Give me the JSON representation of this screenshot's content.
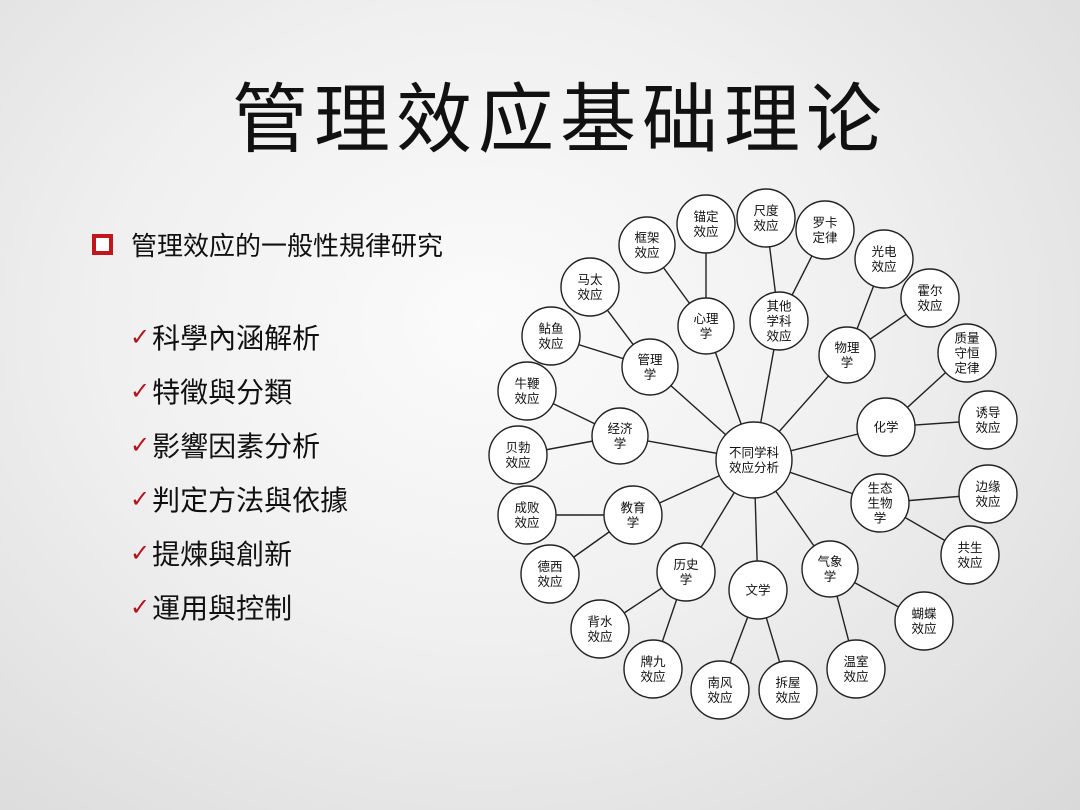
{
  "title": "管理效应基础理论",
  "section": {
    "text": "管理效应的一般性規律研究"
  },
  "items": [
    "科學內涵解析",
    "特徵與分類",
    "影響因素分析",
    "判定方法與依據",
    "提煉與創新",
    "運用與控制"
  ],
  "check_mark": "✓",
  "accent_color": "#c0161c",
  "diagram": {
    "nodes": [
      {
        "id": "center",
        "lines": [
          "不同学科",
          "效应分析"
        ]
      },
      {
        "id": "xinli",
        "lines": [
          "心理",
          "学"
        ]
      },
      {
        "id": "qita",
        "lines": [
          "其他",
          "学科",
          "效应"
        ]
      },
      {
        "id": "guanli",
        "lines": [
          "管理",
          "学"
        ]
      },
      {
        "id": "wuli",
        "lines": [
          "物理",
          "学"
        ]
      },
      {
        "id": "jingji",
        "lines": [
          "经济",
          "学"
        ]
      },
      {
        "id": "huaxue",
        "lines": [
          "化学"
        ]
      },
      {
        "id": "jiaoyu",
        "lines": [
          "教育",
          "学"
        ]
      },
      {
        "id": "shengtai",
        "lines": [
          "生态",
          "生物",
          "学"
        ]
      },
      {
        "id": "lishi",
        "lines": [
          "历史",
          "学"
        ]
      },
      {
        "id": "wenxue",
        "lines": [
          "文学"
        ]
      },
      {
        "id": "qixiang",
        "lines": [
          "气象",
          "学"
        ]
      },
      {
        "id": "maoding",
        "lines": [
          "锚定",
          "效应"
        ]
      },
      {
        "id": "chidu",
        "lines": [
          "尺度",
          "效应"
        ]
      },
      {
        "id": "luoka",
        "lines": [
          "罗卡",
          "定律"
        ]
      },
      {
        "id": "kuangjia",
        "lines": [
          "框架",
          "效应"
        ]
      },
      {
        "id": "guangdian",
        "lines": [
          "光电",
          "效应"
        ]
      },
      {
        "id": "mata",
        "lines": [
          "马太",
          "效应"
        ]
      },
      {
        "id": "huoer",
        "lines": [
          "霍尔",
          "效应"
        ]
      },
      {
        "id": "nianyu",
        "lines": [
          "鲇鱼",
          "效应"
        ]
      },
      {
        "id": "zhiliang",
        "lines": [
          "质量",
          "守恒",
          "定律"
        ]
      },
      {
        "id": "niubian",
        "lines": [
          "牛鞭",
          "效应"
        ]
      },
      {
        "id": "youdao",
        "lines": [
          "诱导",
          "效应"
        ]
      },
      {
        "id": "beibo",
        "lines": [
          "贝勃",
          "效应"
        ]
      },
      {
        "id": "bianyuan",
        "lines": [
          "边缘",
          "效应"
        ]
      },
      {
        "id": "chengbai",
        "lines": [
          "成败",
          "效应"
        ]
      },
      {
        "id": "gongsheng",
        "lines": [
          "共生",
          "效应"
        ]
      },
      {
        "id": "dexi",
        "lines": [
          "德西",
          "效应"
        ]
      },
      {
        "id": "hudie",
        "lines": [
          "蝴蝶",
          "效应"
        ]
      },
      {
        "id": "beishui",
        "lines": [
          "背水",
          "效应"
        ]
      },
      {
        "id": "wenshi",
        "lines": [
          "温室",
          "效应"
        ]
      },
      {
        "id": "paijiu",
        "lines": [
          "牌九",
          "效应"
        ]
      },
      {
        "id": "nanfeng",
        "lines": [
          "南风",
          "效应"
        ]
      },
      {
        "id": "chaiwu",
        "lines": [
          "拆屋",
          "效应"
        ]
      }
    ],
    "edges": [
      [
        "center",
        "xinli"
      ],
      [
        "center",
        "qita"
      ],
      [
        "center",
        "guanli"
      ],
      [
        "center",
        "wuli"
      ],
      [
        "center",
        "jingji"
      ],
      [
        "center",
        "huaxue"
      ],
      [
        "center",
        "jiaoyu"
      ],
      [
        "center",
        "shengtai"
      ],
      [
        "center",
        "lishi"
      ],
      [
        "center",
        "wenxue"
      ],
      [
        "center",
        "qixiang"
      ],
      [
        "xinli",
        "maoding"
      ],
      [
        "xinli",
        "kuangjia"
      ],
      [
        "qita",
        "chidu"
      ],
      [
        "qita",
        "luoka"
      ],
      [
        "guanli",
        "mata"
      ],
      [
        "guanli",
        "nianyu"
      ],
      [
        "wuli",
        "guangdian"
      ],
      [
        "wuli",
        "huoer"
      ],
      [
        "jingji",
        "niubian"
      ],
      [
        "jingji",
        "beibo"
      ],
      [
        "huaxue",
        "youdao"
      ],
      [
        "huaxue",
        "zhiliang"
      ],
      [
        "jiaoyu",
        "chengbai"
      ],
      [
        "jiaoyu",
        "dexi"
      ],
      [
        "shengtai",
        "bianyuan"
      ],
      [
        "shengtai",
        "gongsheng"
      ],
      [
        "lishi",
        "beishui"
      ],
      [
        "lishi",
        "paijiu"
      ],
      [
        "wenxue",
        "nanfeng"
      ],
      [
        "wenxue",
        "chaiwu"
      ],
      [
        "qixiang",
        "hudie"
      ],
      [
        "qixiang",
        "wenshi"
      ]
    ]
  }
}
